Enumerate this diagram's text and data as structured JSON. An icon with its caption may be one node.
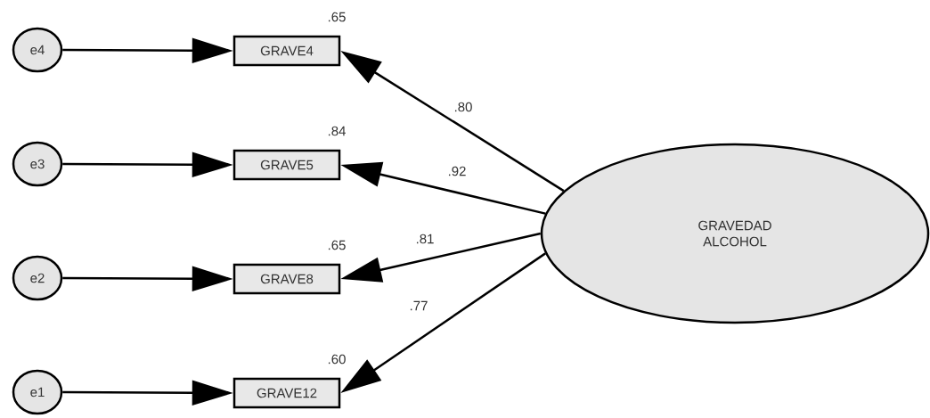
{
  "diagram": {
    "nodes": [
      {
        "text": [
          "e4"
        ]
      },
      {
        "text": [
          "GRAVE4"
        ],
        "beside": [
          ".65"
        ]
      },
      {
        "text": [
          "e3"
        ]
      },
      {
        "text": [
          "GRAVE5"
        ],
        "beside": [
          ".84"
        ]
      },
      {
        "text": [
          "e2"
        ]
      },
      {
        "text": [
          "GRAVE8"
        ],
        "beside": [
          ".65"
        ]
      },
      {
        "text": [
          "e1"
        ]
      },
      {
        "text": [
          "GRAVE12"
        ],
        "beside": [
          ".60"
        ]
      },
      {
        "text": [
          "GRAVEDAD ALCOHOL"
        ]
      }
    ],
    "edges": [
      {
        "from": 0,
        "to": 1,
        "arrow": "to"
      },
      {
        "from": 8,
        "to": 1,
        "arrow": "to",
        "label": ".80"
      },
      {
        "from": 2,
        "to": 3,
        "arrow": "to"
      },
      {
        "from": 8,
        "to": 3,
        "arrow": "to",
        "label": ".92"
      },
      {
        "from": 4,
        "to": 5,
        "arrow": "to"
      },
      {
        "from": 8,
        "to": 5,
        "arrow": "to",
        "label": ".81"
      },
      {
        "from": 6,
        "to": 7,
        "arrow": "to"
      },
      {
        "from": 8,
        "to": 7,
        "arrow": "to",
        "label": ".77"
      }
    ]
  }
}
